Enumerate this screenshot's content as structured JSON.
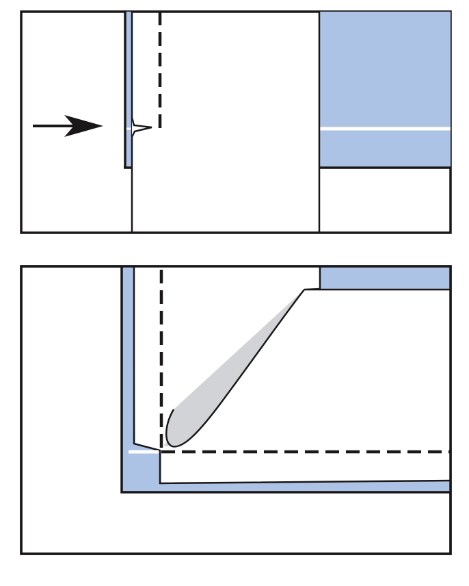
{
  "colors": {
    "fabric_blue": "#adc3e5",
    "seam_grey": "#d2d3d7",
    "outline": "#1a1718",
    "background": "#ffffff",
    "highlight_line": "#ffffff"
  },
  "panels": [
    {
      "name": "step-1",
      "elements": [
        "panel-frame",
        "blue-strip",
        "blue-block",
        "white-fold-line",
        "fold-notch",
        "stitch-line-dashed",
        "direction-arrow"
      ]
    },
    {
      "name": "step-2",
      "elements": [
        "panel-frame",
        "blue-l-band",
        "white-fabric-piece",
        "diagonal-seam-allowance",
        "stitch-line-dashed",
        "white-fold-line"
      ]
    }
  ],
  "icons": [
    "arrow-right-icon"
  ]
}
